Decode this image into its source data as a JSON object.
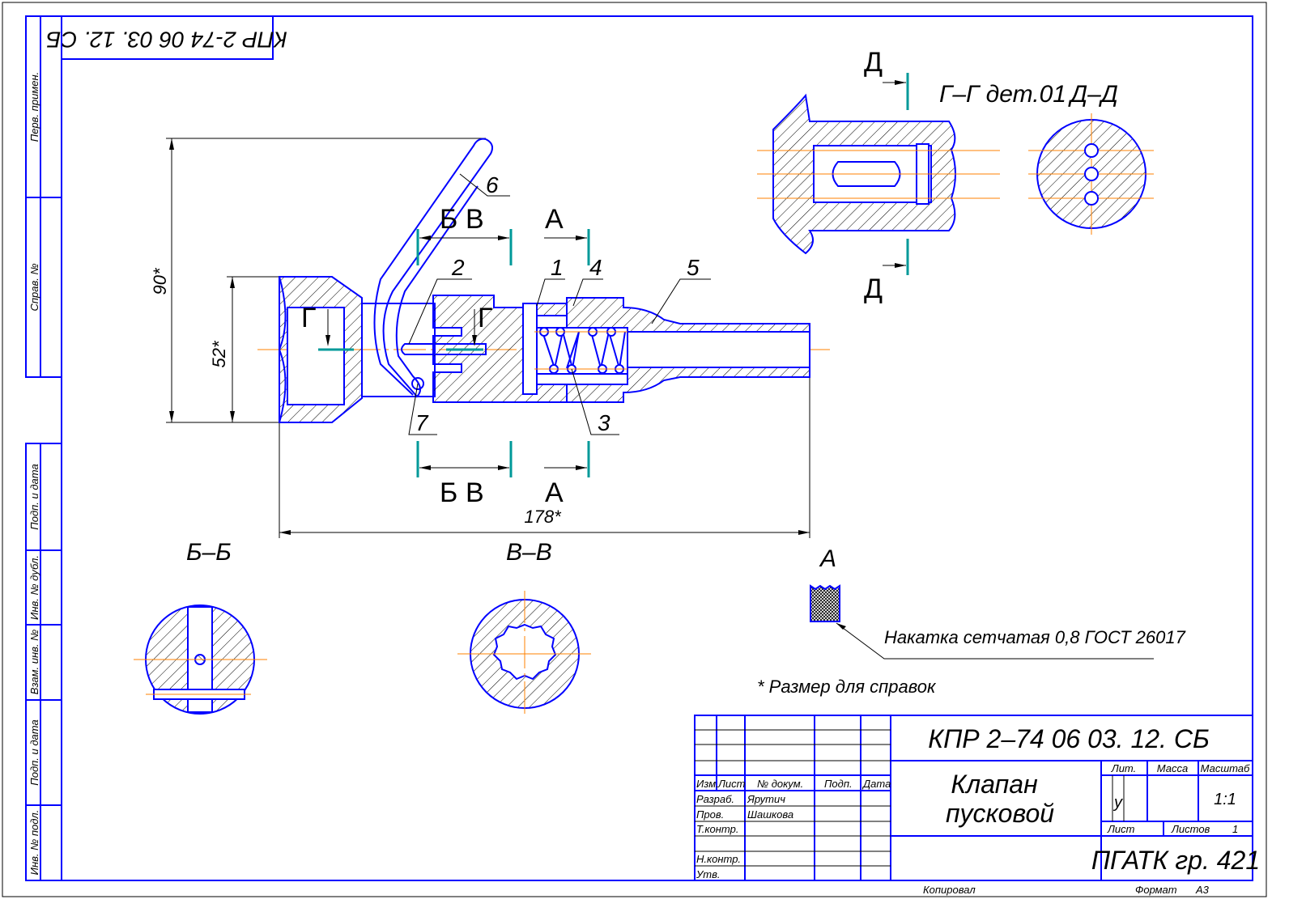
{
  "stamp_code_rotated": "КПР 2-74 06 03. 12. СБ",
  "side_strip": {
    "top": [
      "Перв. примен.",
      "Справ. №"
    ],
    "bottom": [
      "Подп. и дата",
      "Инв. № дубл.",
      "Взам. инв. №",
      "Подп. и дата",
      "Инв. № подл."
    ]
  },
  "drawing": {
    "dimensions": {
      "height_total": "90*",
      "height_nut": "52*",
      "length_total": "178*"
    },
    "part_numbers": [
      "1",
      "2",
      "3",
      "4",
      "5",
      "6",
      "7"
    ],
    "section_marks": {
      "g": "Г",
      "b": "Б",
      "v": "В",
      "a": "А",
      "d": "Д"
    },
    "views": {
      "gg": "Г–Г дет.01",
      "dd": "Д–Д",
      "bb": "Б–Б",
      "vv": "В–В",
      "a": "А"
    },
    "notes": {
      "knurl": "Накатка сетчатая 0,8 ГОСТ 26017",
      "reference": "* Размер для справок"
    }
  },
  "title_block": {
    "designation": "КПР 2–74 06 03. 12. СБ",
    "name_line1": "Клапан",
    "name_line2": "пусковой",
    "headers": {
      "izm": "Изм.",
      "list": "Лист",
      "doc_no": "№ докум.",
      "sign": "Подп.",
      "date": "Дата"
    },
    "roles": {
      "razrab": "Разраб.",
      "prov": "Пров.",
      "tkontr": "Т.контр.",
      "nkontr": "Н.контр.",
      "utv": "Утв."
    },
    "people": {
      "razrab": "Ярутич",
      "prov": "Шашкова"
    },
    "lit_label": "Лит.",
    "mass_label": "Масса",
    "scale_label": "Масштаб",
    "lit_value": "у",
    "scale_value": "1:1",
    "sheet_label": "Лист",
    "sheets_label": "Листов",
    "sheets_value": "1",
    "organization": "ПГАТК гр. 421"
  },
  "footer": {
    "copied": "Копировал",
    "format_label": "Формат",
    "format_value": "А3"
  },
  "colors": {
    "frame": "#0000ff",
    "axis": "#ff8000",
    "section": "#009999"
  }
}
